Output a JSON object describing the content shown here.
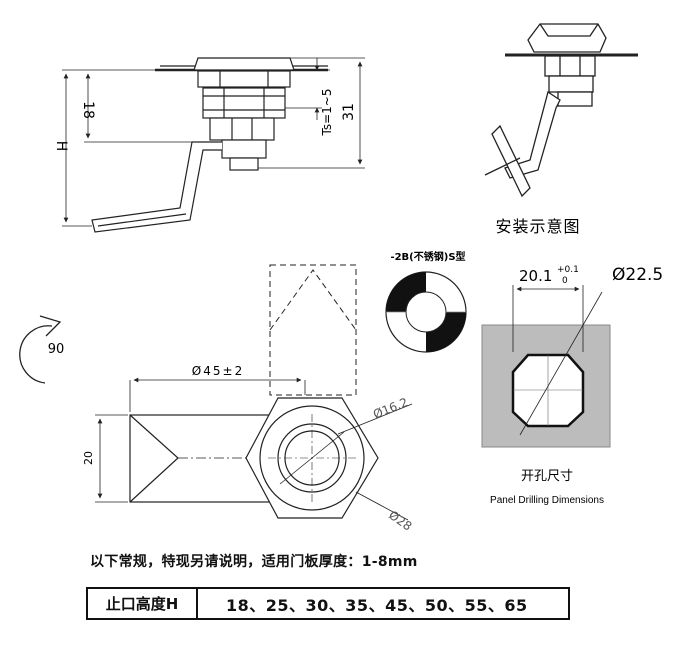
{
  "side_view": {
    "dim_18": "18",
    "dim_H": "H",
    "dim_ts": "Ts=1~5",
    "dim_31": "31"
  },
  "install": {
    "caption": "安装示意图"
  },
  "front_view": {
    "rotation": "90",
    "dim_width": "Ø45±2",
    "dim_height": "20",
    "dim_inner": "Ø16.2",
    "dim_outer": "Ø28"
  },
  "s_type": {
    "label": "-2B(不锈钢)S型"
  },
  "cutout": {
    "dim_flat": "20.1",
    "tol_upper": "+0.1",
    "tol_lower": "0",
    "dim_dia": "Ø22.5",
    "caption_cn": "开孔尺寸",
    "caption_en": "Panel Drilling Dimensions"
  },
  "note": "以下常规，特现另请说明，适用门板厚度：1-8mm",
  "height_table": {
    "header": "止口高度H",
    "values": "18、25、30、35、45、50、55、65"
  }
}
